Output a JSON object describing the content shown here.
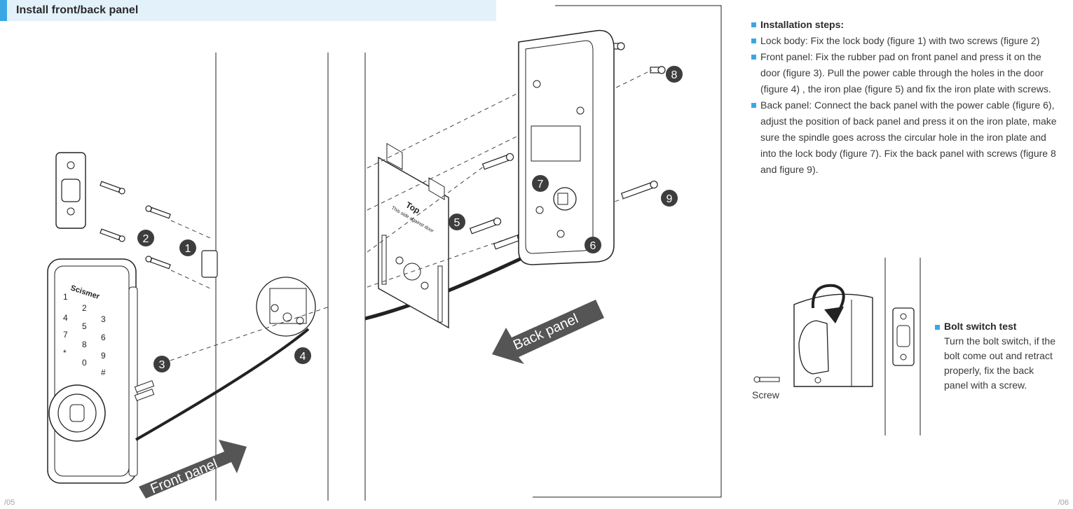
{
  "header": {
    "title": "Install front/back panel"
  },
  "steps": {
    "heading": "Installation steps:",
    "items": [
      "Lock body: Fix the lock body (figure 1) with two screws (figure 2)",
      "Front panel: Fix the rubber pad on front panel and press it on the door (figure 3). Pull the power cable through the holes in the door (figure 4) , the iron plae (figure 5) and fix the iron plate with screws.",
      "Back panel: Connect the back panel with the power cable (figure 6), adjust the position of back panel and press it on the iron plate, make sure the spindle goes across the circular hole in the iron plate and into the lock body (figure 7).  Fix the back panel with screws (figure 8 and figure 9)."
    ]
  },
  "bolt_test": {
    "title": "Bolt switch test",
    "text": "Turn the bolt switch, if the bolt come out and retract properly, fix the back panel with a screw."
  },
  "figures": {
    "screw_label": "Screw",
    "front_panel_label": "Front panel",
    "back_panel_label": "Back panel",
    "brand": "Scismer",
    "plate_text": "Top",
    "plate_subtext": "This side against door",
    "keypad": [
      "1",
      "2",
      "3",
      "4",
      "5",
      "6",
      "7",
      "8",
      "9",
      "*",
      "0",
      "#"
    ],
    "numbers": [
      "1",
      "2",
      "3",
      "4",
      "5",
      "6",
      "7",
      "8",
      "9"
    ]
  },
  "page_numbers": {
    "left": "/05",
    "right": "/06"
  },
  "colors": {
    "accent": "#3aa7e4",
    "header_bg": "#e3f1fb",
    "badge": "#3d3d3d",
    "arrow": "#555555"
  }
}
